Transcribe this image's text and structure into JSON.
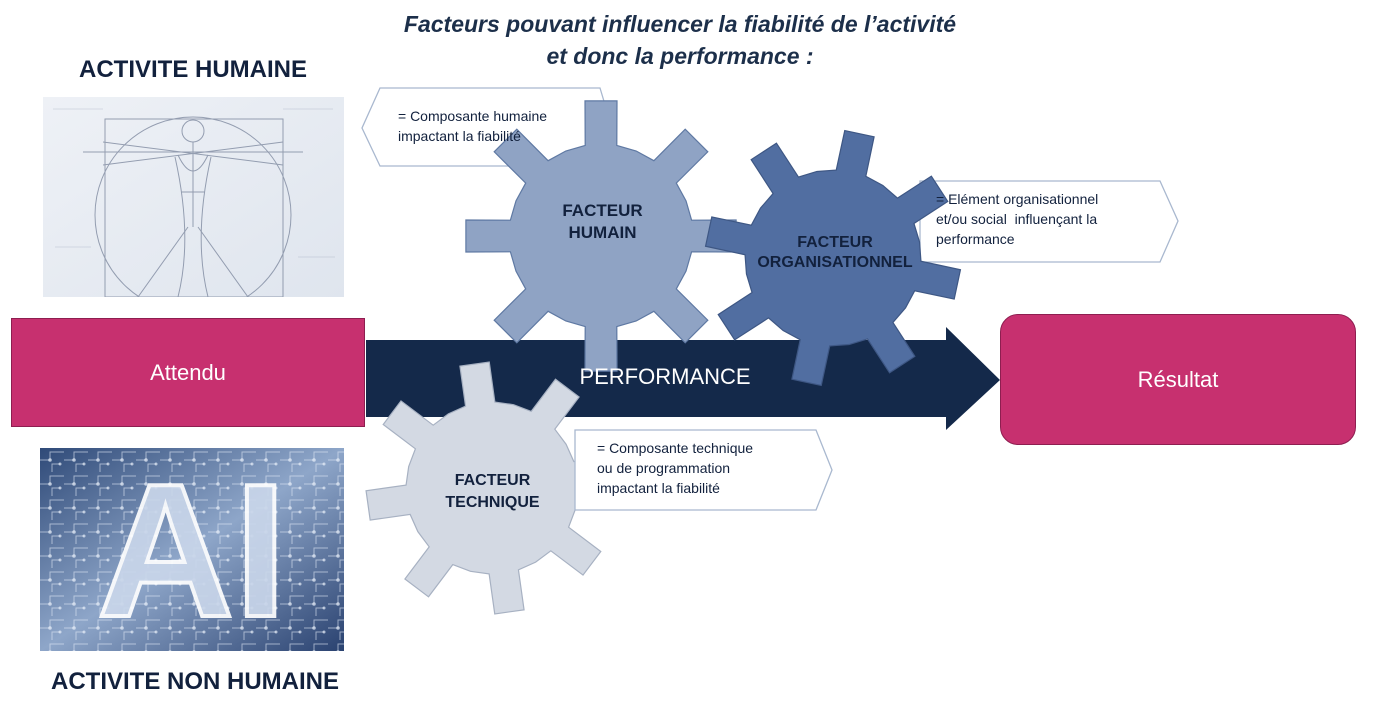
{
  "title": "Facteurs pouvant influencer la fiabilité de l’activité et donc la performance :",
  "sections": {
    "human_label": "ACTIVITE HUMAINE",
    "nonhuman_label": "ACTIVITE NON HUMAINE"
  },
  "flow": {
    "start": "Attendu",
    "arrow": "PERFORMANCE",
    "end": "Résultat"
  },
  "gears": {
    "human": {
      "label_1": "FACTEUR",
      "label_2": "HUMAIN",
      "color": "#8fa3c4"
    },
    "organisational": {
      "label_1": "FACTEUR",
      "label_2": "ORGANISATIONNEL",
      "color": "#516ea1"
    },
    "technical": {
      "label_1": "FACTEUR",
      "label_2": "TECHNIQUE",
      "color": "#d3d9e3"
    }
  },
  "callouts": {
    "human": {
      "line_1": "= Composante humaine",
      "line_2": "impactant la fiabilité"
    },
    "organisational": {
      "line_1": "= Elément organisationnel",
      "line_2": "et/ou social  influençant la",
      "line_3": "performance"
    },
    "technical": {
      "line_1": "= Composante technique",
      "line_2": "ou de programmation",
      "line_3": "impactant la fiabilité"
    }
  },
  "images": {
    "ai_text": "AI"
  },
  "colors": {
    "accent_pink": "#c7306f",
    "arrow_navy": "#14294a",
    "text_navy": "#12213d"
  }
}
